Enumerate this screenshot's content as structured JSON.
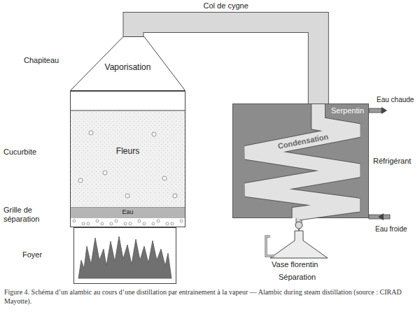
{
  "diagram": {
    "caption": "Figure 4. Schéma d’un alambic au cours d’une distillation par entrainement à la vapeur — Alambic during steam distillation (source : CIRAD Mayotte).",
    "nodes": [
      {
        "text": [
          "Vaporisation"
        ]
      },
      {
        "text": [
          "Fleurs"
        ]
      },
      {
        "text": [
          "Eau"
        ],
        "in": 1
      },
      {
        "text": [
          "Serpentin",
          "Condensation"
        ]
      }
    ],
    "edges": [
      {
        "from": 0,
        "to": 3,
        "arrow": "none",
        "label": "Col de cygne"
      }
    ],
    "labels": [
      "Chapiteau",
      "Cucurbite",
      "Grille de séparation",
      "Foyer",
      "Réfrigérant",
      "Eau chaude",
      "Eau froide",
      "Vase florentin",
      "Séparation"
    ]
  }
}
